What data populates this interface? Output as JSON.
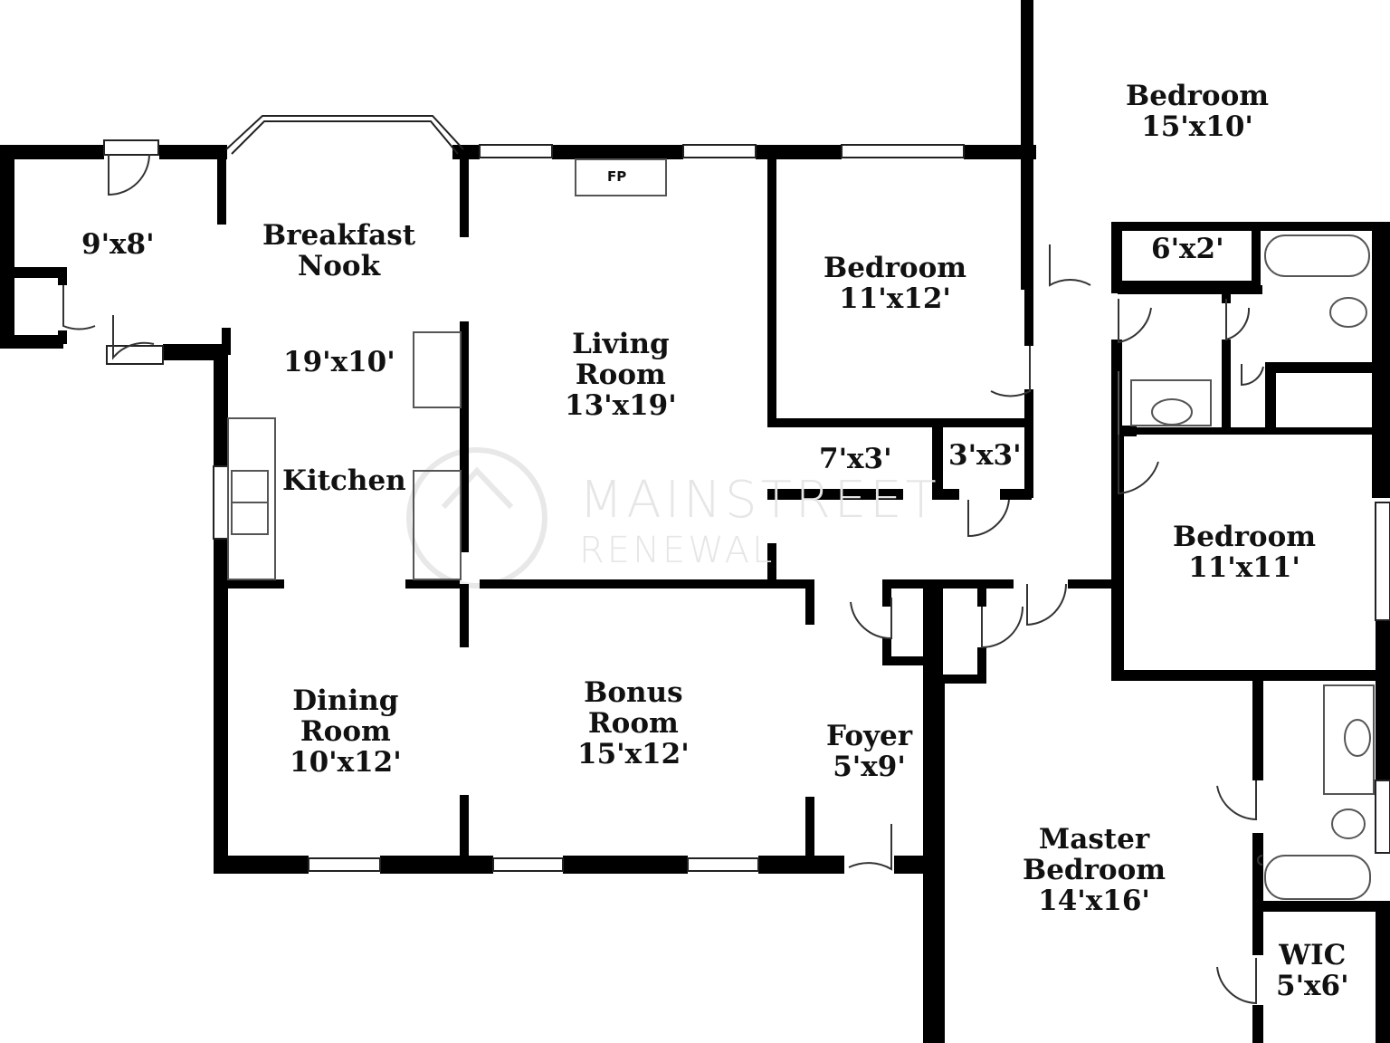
{
  "rooms": {
    "mudroom": {
      "dims": "9'x8'"
    },
    "breakfast_nook": {
      "name1": "Breakfast",
      "name2": "Nook"
    },
    "kitchen_dims": {
      "dims": "19'x10'"
    },
    "kitchen": {
      "name": "Kitchen"
    },
    "living_room": {
      "name1": "Living",
      "name2": "Room",
      "dims": "13'x19'"
    },
    "bedroom_front": {
      "name": "Bedroom",
      "dims": "11'x12'"
    },
    "bedroom_ne": {
      "name": "Bedroom",
      "dims": "15'x10'"
    },
    "closet_6x2": {
      "dims": "6'x2'"
    },
    "closet_7x3": {
      "dims": "7'x3'"
    },
    "closet_3x3": {
      "dims": "3'x3'"
    },
    "bedroom_east": {
      "name": "Bedroom",
      "dims": "11'x11'"
    },
    "dining_room": {
      "name1": "Dining",
      "name2": "Room",
      "dims": "10'x12'"
    },
    "bonus_room": {
      "name1": "Bonus",
      "name2": "Room",
      "dims": "15'x12'"
    },
    "foyer": {
      "name": "Foyer",
      "dims": "5'x9'"
    },
    "master_bedroom": {
      "name1": "Master",
      "name2": "Bedroom",
      "dims": "14'x16'"
    },
    "wic": {
      "name": "WIC",
      "dims": "5'x6'"
    }
  },
  "fireplace": {
    "label": "FP"
  },
  "watermark": {
    "line1": "MAINSTREET",
    "line2": "RENEWAL"
  },
  "colors": {
    "wall": "#000000",
    "fixture": "#444444",
    "watermark": "#e6e6e6"
  }
}
